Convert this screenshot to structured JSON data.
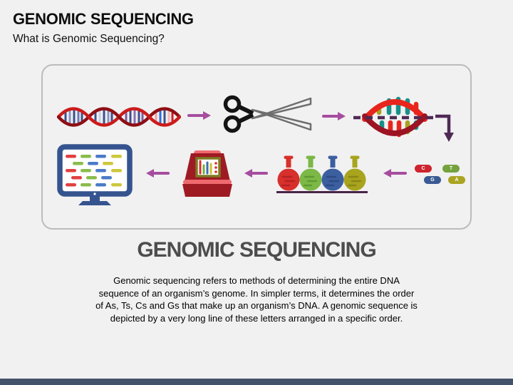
{
  "slide": {
    "title": "GENOMIC SEQUENCING",
    "subtitle": "What is Genomic Sequencing?",
    "section_heading": "GENOMIC SEQUENCING",
    "body_text": "Genomic sequencing refers to methods of determining the entire DNA\nsequence of an organism’s genome. In simpler terms, it determines the order\nof As, Ts, Cs and Gs that make up an organism’s DNA. A genomic sequence is\ndepicted by a very long line of these letters arranged in a specific order."
  },
  "diagram": {
    "bases": [
      {
        "label": "C",
        "color": "#cf2330"
      },
      {
        "label": "T",
        "color": "#74a23e"
      },
      {
        "label": "G",
        "color": "#3a5a94"
      },
      {
        "label": "A",
        "color": "#aaa423"
      }
    ],
    "icon_names": [
      "dna-helix-icon",
      "scissors-icon",
      "dna-fragment-icon",
      "flasks-icon",
      "sequencer-machine-icon",
      "computer-monitor-icon"
    ]
  },
  "colors": {
    "background": "#f1f1f1",
    "panel_border": "#bcbcbc",
    "arrow_magenta": "#a64d9f",
    "arrow_dark_purple": "#4f2a55",
    "heading_gray": "#4d4d4d",
    "bottom_bar": "#44536b",
    "dna_bright_red": "#cc1b1b",
    "dna_dark_red": "#8e0f14"
  }
}
